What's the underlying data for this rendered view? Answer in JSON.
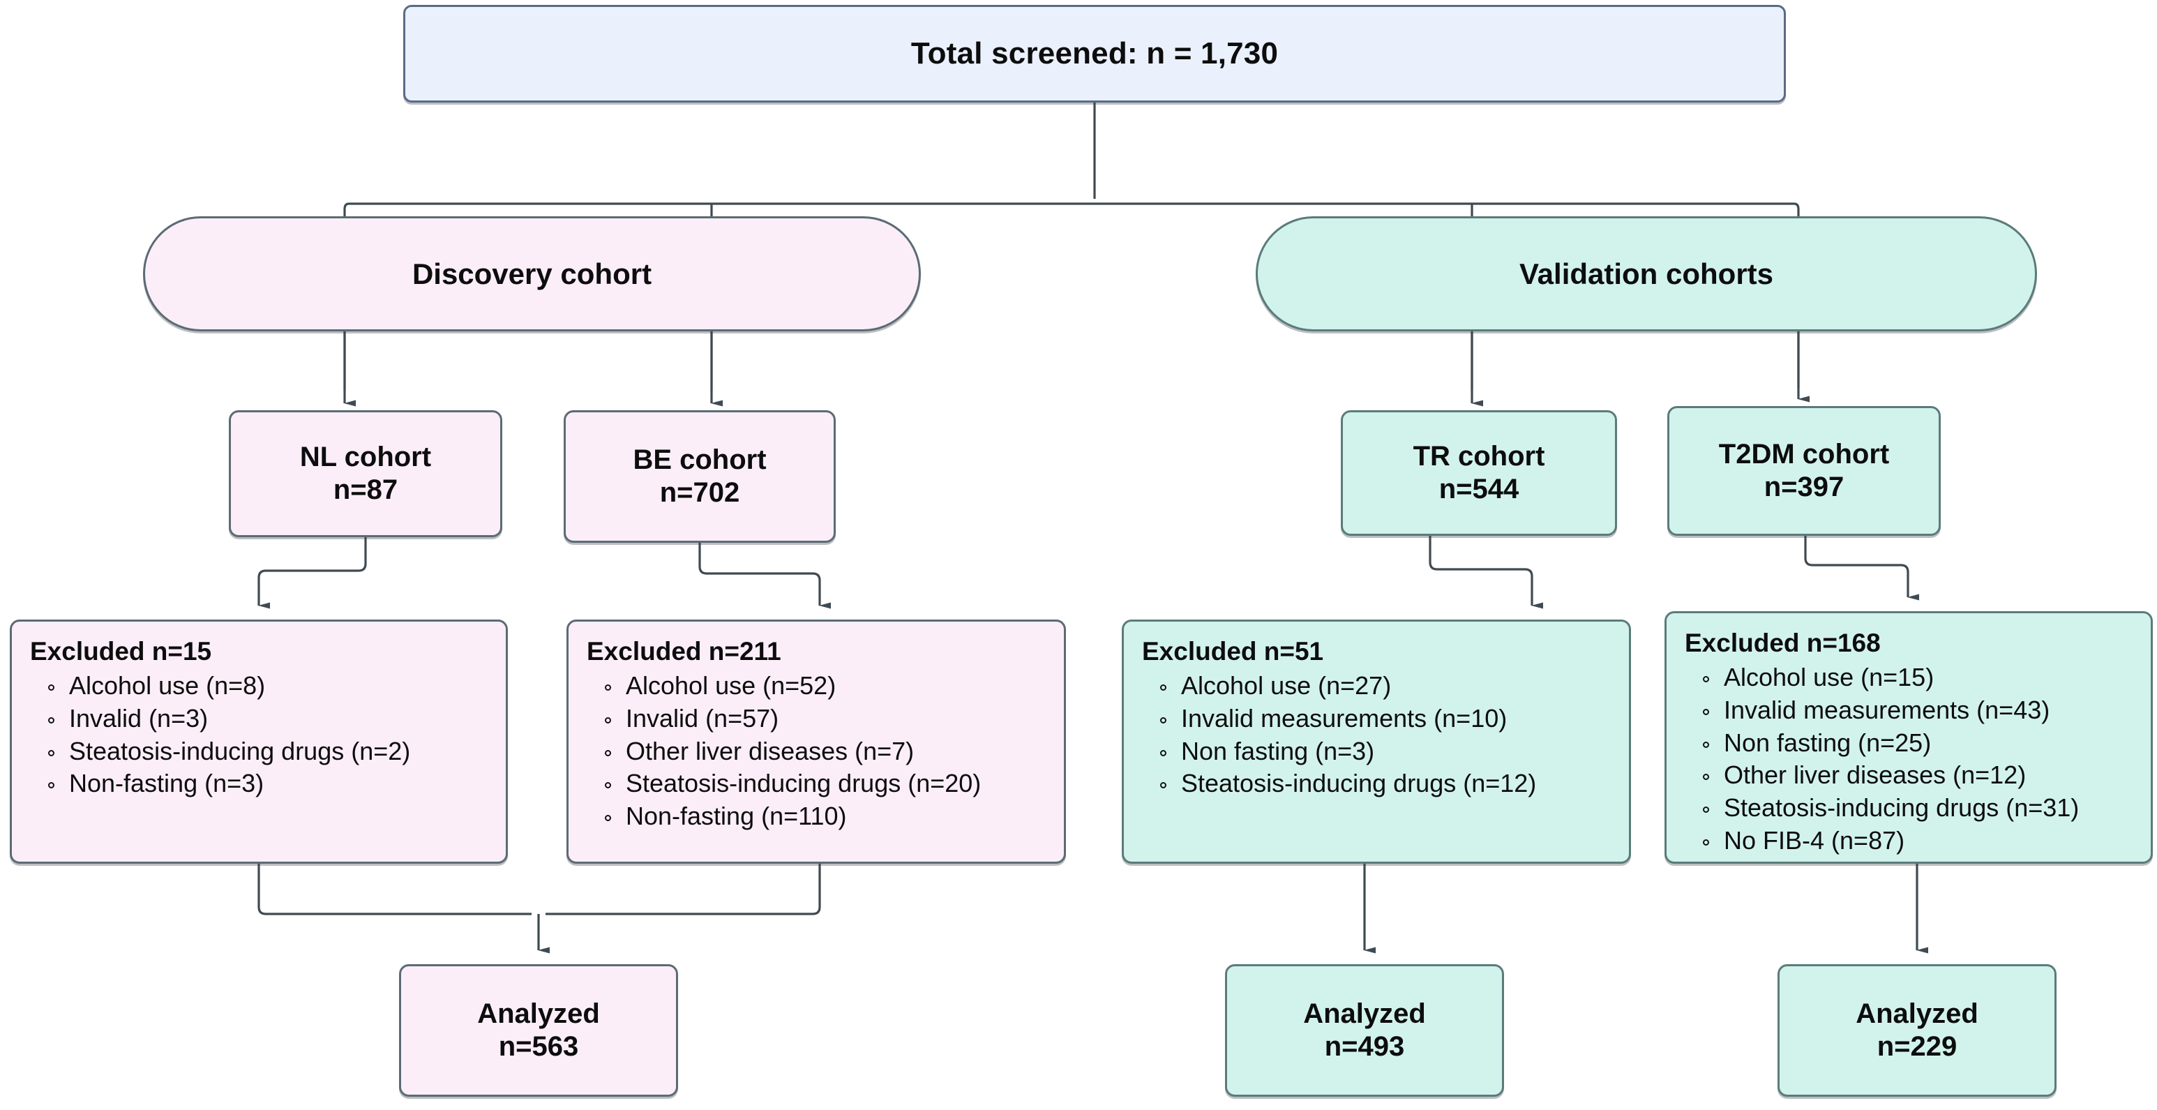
{
  "diagram": {
    "type": "study-flow-diagram",
    "title_node": {
      "label": "Total screened: n = 1,730"
    },
    "groups": [
      {
        "key": "discovery",
        "label": "Discovery cohort",
        "color": "#fbeef9"
      },
      {
        "key": "validation",
        "label": "Validation cohorts",
        "color": "#d2f3ec"
      }
    ],
    "cohorts": [
      {
        "key": "nl",
        "label": "NL cohort",
        "n_label": "n=87",
        "n": 87,
        "group": "discovery"
      },
      {
        "key": "be",
        "label": "BE cohort",
        "n_label": "n=702",
        "n": 702,
        "group": "discovery"
      },
      {
        "key": "tr",
        "label": "TR cohort",
        "n_label": "n=544",
        "n": 544,
        "group": "validation"
      },
      {
        "key": "t2dm",
        "label": "T2DM cohort",
        "n_label": "n=397",
        "n": 397,
        "group": "validation"
      }
    ],
    "excluded": [
      {
        "key": "nl",
        "header": "Excluded n=15",
        "n": 15,
        "reasons": [
          "Alcohol use (n=8)",
          "Invalid (n=3)",
          "Steatosis-inducing drugs (n=2)",
          "Non-fasting (n=3)"
        ]
      },
      {
        "key": "be",
        "header": "Excluded n=211",
        "n": 211,
        "reasons": [
          "Alcohol use (n=52)",
          "Invalid (n=57)",
          "Other liver diseases (n=7)",
          "Steatosis-inducing drugs (n=20)",
          "Non-fasting (n=110)"
        ]
      },
      {
        "key": "tr",
        "header": "Excluded n=51",
        "n": 51,
        "reasons": [
          "Alcohol use (n=27)",
          "Invalid measurements (n=10)",
          "Non fasting (n=3)",
          "Steatosis-inducing drugs (n=12)"
        ]
      },
      {
        "key": "t2dm",
        "header": "Excluded n=168",
        "n": 168,
        "reasons": [
          "Alcohol use (n=15)",
          "Invalid measurements (n=43)",
          "Non fasting (n=25)",
          "Other liver diseases (n=12)",
          "Steatosis-inducing drugs (n=31)",
          "No FIB-4 (n=87)"
        ]
      }
    ],
    "analyzed": [
      {
        "key": "discovery",
        "label": "Analyzed",
        "n_label": "n=563",
        "n": 563
      },
      {
        "key": "tr",
        "label": "Analyzed",
        "n_label": "n=493",
        "n": 493
      },
      {
        "key": "t2dm",
        "label": "Analyzed",
        "n_label": "n=229",
        "n": 229
      }
    ],
    "colors": {
      "screened_fill": "#eaf1fc",
      "discovery_fill": "#fbeef9",
      "validation_fill": "#d2f3ec",
      "stroke": "#5b6b73",
      "edge": "#3f4a52",
      "text": "#0d0d0d"
    }
  }
}
